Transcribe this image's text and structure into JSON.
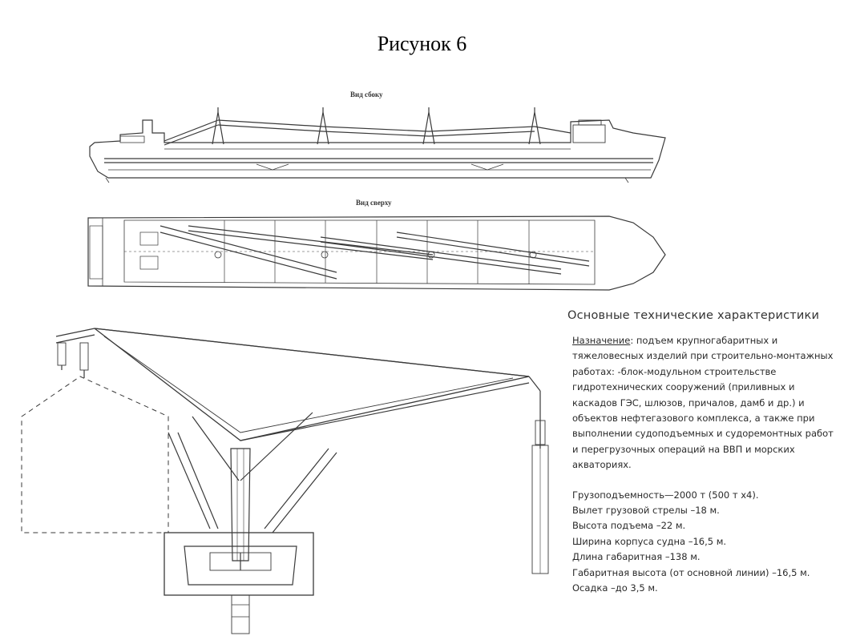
{
  "figure": {
    "title": "Рисунок 6"
  },
  "views": {
    "side": "Вид сбоку",
    "top": "Вид сверху"
  },
  "specs": {
    "heading": "Основные технические характеристики",
    "purpose_label": "Назначение",
    "purpose_text": ": подъем крупногабаритных и тяжеловесных изделий при строительно-монтажных работах: -блок-модульном строительстве гидротехнических сооружений (приливных и каскадов ГЭС, шлюзов, причалов, дамб и др.) и объектов нефтегазового комплекса, а также при выполнении судоподъемных и судоремонтных работ и перегрузочных операций на ВВП и морских акваториях.",
    "items": [
      "Грузоподъемность—2000 т (500 т х4).",
      "Вылет грузовой стрелы –18 м.",
      "Высота подъема –22 м.",
      "Ширина корпуса судна –16,5 м.",
      "Длина габаритная –138 м.",
      "Габаритная высота (от основной линии) –16,5 м.",
      "Осадка –до 3,5 м."
    ]
  },
  "colors": {
    "line": "#3a3a3a",
    "text": "#2a2a2a"
  }
}
